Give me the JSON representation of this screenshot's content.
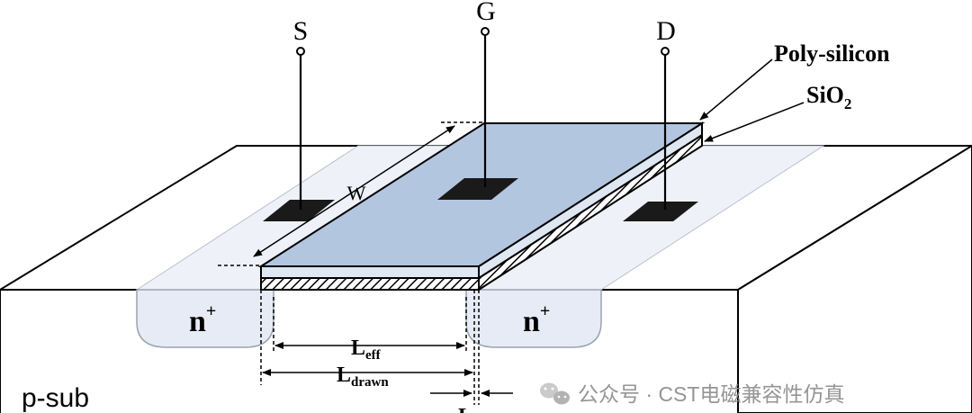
{
  "terminals": {
    "source": "S",
    "gate": "G",
    "drain": "D"
  },
  "callouts": {
    "poly": "Poly-silicon",
    "oxide_base": "SiO",
    "oxide_sub": "2"
  },
  "regions": {
    "left_implant": "n",
    "right_implant": "n",
    "implant_sup": "+",
    "substrate": "p-sub"
  },
  "dimensions": {
    "width": "W",
    "leff_base": "L",
    "leff_sub": "eff",
    "ldrawn_base": "L",
    "ldrawn_sub": "drawn",
    "ld_base": "L"
  },
  "watermark": {
    "text": "公众号 · CST电磁兼容性仿真"
  },
  "colors": {
    "poly_fill": "#b3c6e0",
    "implant_fill": "#e6ebf5",
    "diffusion_fill": "#eef2f8",
    "electrode": "#1a1a1a"
  }
}
